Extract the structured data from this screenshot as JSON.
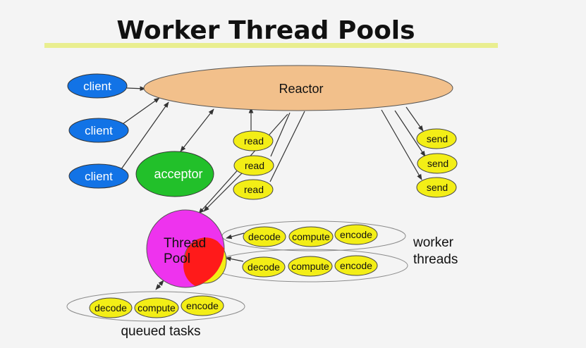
{
  "title": "Worker Thread Pools",
  "colors": {
    "background": "#f4f4f4",
    "title_underline": "#e9ee8f",
    "client": "#1273e6",
    "reactor": "#f2c08b",
    "acceptor": "#22c02a",
    "yellow_node": "#f3ee16",
    "thread_pool_magenta": "#ee33ee",
    "thread_pool_red": "#ff1a1a",
    "group_outline": "#8c8c8c",
    "arrow": "#333333"
  },
  "nodes": {
    "clients": [
      "client",
      "client",
      "client"
    ],
    "reactor": "Reactor",
    "acceptor": "acceptor",
    "reads": [
      "read",
      "read",
      "read"
    ],
    "sends": [
      "send",
      "send",
      "send"
    ],
    "thread_pool": [
      "Thread",
      "Pool"
    ],
    "worker_rows": [
      [
        "decode",
        "compute",
        "encode"
      ],
      [
        "decode",
        "compute",
        "encode"
      ]
    ],
    "queued_row": [
      "decode",
      "compute",
      "encode"
    ]
  },
  "labels": {
    "worker_threads": [
      "worker",
      "threads"
    ],
    "queued_tasks": "queued tasks"
  }
}
